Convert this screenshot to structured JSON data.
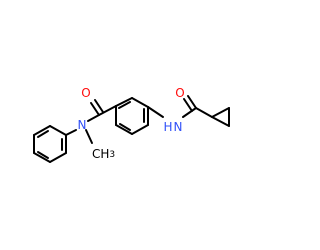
{
  "molecule": {
    "atoms": {
      "oxygen_amide": "O",
      "oxygen_cyclopropyl": "O",
      "nitrogen_tertiary": "N",
      "nitrogen_amide": "N",
      "nitrogen_amide_h": "H",
      "methyl": "CH",
      "methyl_sub": "3"
    },
    "colors": {
      "bond": "#000000",
      "oxygen": "#ff0d0d",
      "nitrogen": "#3050f8",
      "carbon": "#000000"
    }
  }
}
